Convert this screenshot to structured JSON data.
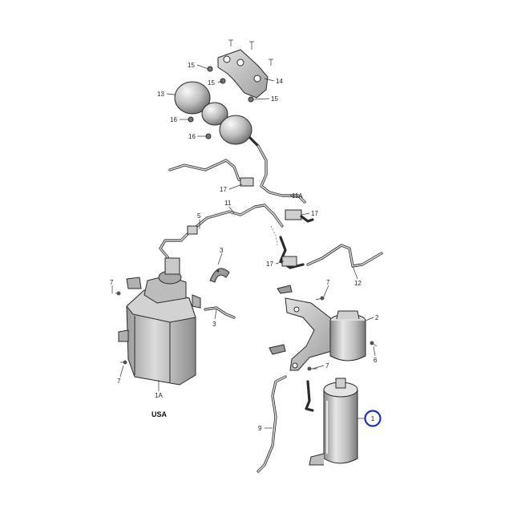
{
  "callouts": [
    {
      "id": "c15a",
      "text": "15"
    },
    {
      "id": "c15b",
      "text": "15"
    },
    {
      "id": "c15c",
      "text": "15"
    },
    {
      "id": "c14",
      "text": "14"
    },
    {
      "id": "c13",
      "text": "13"
    },
    {
      "id": "c16a",
      "text": "16"
    },
    {
      "id": "c16b",
      "text": "16"
    },
    {
      "id": "c17a",
      "text": "17"
    },
    {
      "id": "c11",
      "text": "11"
    },
    {
      "id": "c11a",
      "text": "11A"
    },
    {
      "id": "c17b",
      "text": "17"
    },
    {
      "id": "c5",
      "text": "5"
    },
    {
      "id": "c3a",
      "text": "3"
    },
    {
      "id": "c17c",
      "text": "17"
    },
    {
      "id": "c12",
      "text": "12"
    },
    {
      "id": "c7a",
      "text": "7"
    },
    {
      "id": "c7b",
      "text": "7"
    },
    {
      "id": "c3b",
      "text": "3"
    },
    {
      "id": "c2",
      "text": "2"
    },
    {
      "id": "c6",
      "text": "6"
    },
    {
      "id": "c7c",
      "text": "7"
    },
    {
      "id": "c7d",
      "text": "7"
    },
    {
      "id": "c1a",
      "text": "1A"
    },
    {
      "id": "c9",
      "text": "9"
    },
    {
      "id": "c1",
      "text": "1"
    }
  ],
  "region_label": "USA",
  "highlight": {
    "callout": "1",
    "color": "#1a2fd0"
  }
}
